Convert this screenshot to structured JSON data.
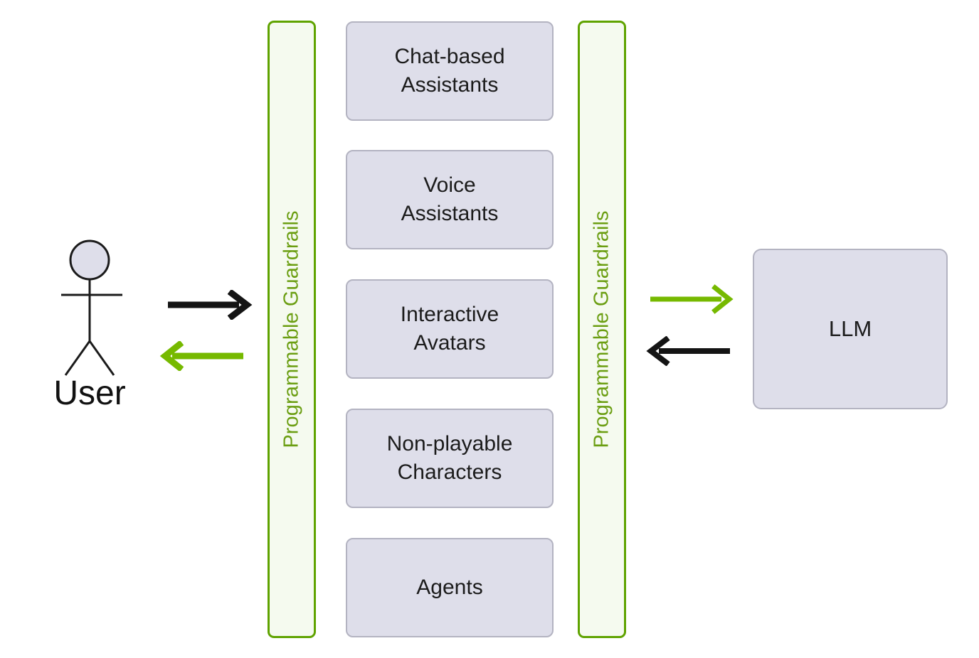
{
  "diagram": {
    "title": "Programmable Guardrails between User, Applications and LLM",
    "background_color": "#ffffff",
    "colors": {
      "guardrail_border": "#5fa300",
      "guardrail_fill": "#f5faef",
      "guardrail_text": "#6b9e12",
      "box_fill": "#dedeea",
      "box_border": "#b3b3c1",
      "arrow_green": "#76b900",
      "arrow_black": "#141414",
      "text": "#1b1b1b"
    }
  },
  "actor": {
    "label": "User",
    "icon": "stick-figure-actor-icon"
  },
  "guardrails": {
    "left": {
      "label": "Programmable Guardrails"
    },
    "right": {
      "label": "Programmable Guardrails"
    }
  },
  "applications": {
    "items": [
      {
        "label": "Chat-based\nAssistants",
        "name": "chat-based-assistants"
      },
      {
        "label": "Voice\nAssistants",
        "name": "voice-assistants"
      },
      {
        "label": "Interactive\nAvatars",
        "name": "interactive-avatars"
      },
      {
        "label": "Non-playable\nCharacters",
        "name": "non-playable-characters"
      },
      {
        "label": "Agents",
        "name": "agents"
      }
    ]
  },
  "model": {
    "label": "LLM"
  },
  "flows": [
    {
      "name": "user-to-guardrails-request",
      "direction": "right",
      "color": "#141414"
    },
    {
      "name": "guardrails-to-user-response",
      "direction": "left",
      "color": "#76b900"
    },
    {
      "name": "guardrails-to-llm-request",
      "direction": "right",
      "color": "#76b900"
    },
    {
      "name": "llm-to-guardrails-response",
      "direction": "left",
      "color": "#141414"
    }
  ]
}
